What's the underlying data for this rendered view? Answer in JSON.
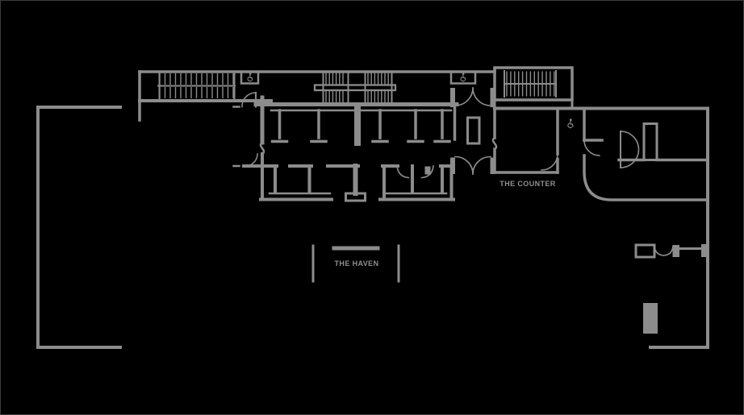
{
  "palette": {
    "background": "#000000",
    "wall": "#8c8c8c",
    "label_text": "#8f8f8f",
    "border": "#3c3c3c"
  },
  "labels": {
    "counter": "THE COUNTER",
    "haven": "THE HAVEN"
  },
  "icons": [
    {
      "name": "accessibility-icon-northwest"
    },
    {
      "name": "accessibility-icon-center"
    },
    {
      "name": "accessibility-icon-east"
    }
  ]
}
